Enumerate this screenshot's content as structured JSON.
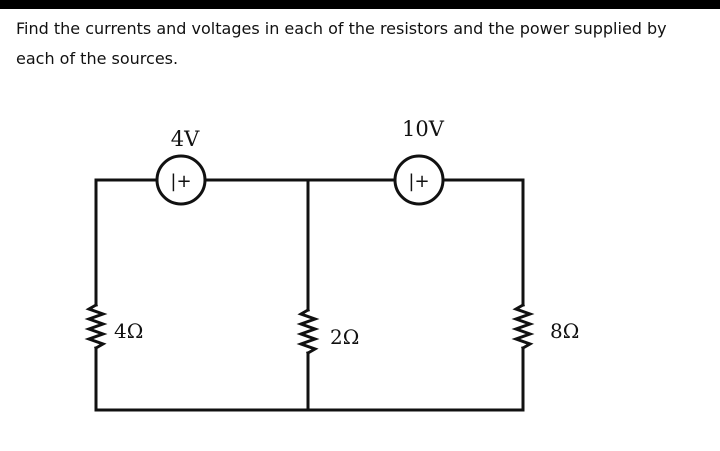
{
  "question": {
    "text": "Find the currents and voltages in each of the resistors and the power supplied by each of the sources."
  },
  "circuit": {
    "sources": [
      {
        "label": "4V",
        "polarity": "+",
        "polarity_mark": "|+"
      },
      {
        "label": "10V",
        "polarity": "+",
        "polarity_mark": "|+"
      }
    ],
    "resistors": [
      {
        "label": "4Ω"
      },
      {
        "label": "2Ω"
      },
      {
        "label": "8Ω"
      }
    ],
    "colors": {
      "wire": "#111111",
      "background": "#ffffff"
    }
  }
}
